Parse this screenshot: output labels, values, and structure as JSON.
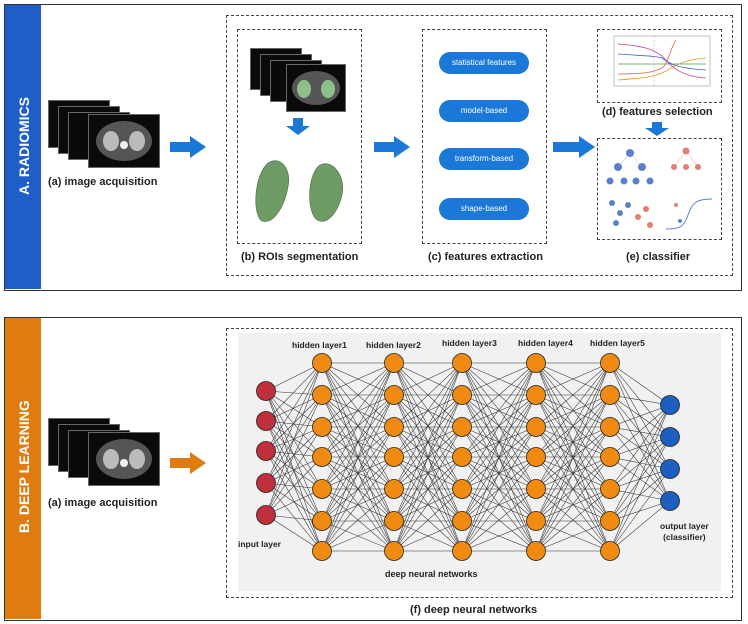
{
  "section_a": {
    "label": "A. RADIOMICS",
    "color": "#1f5ec8",
    "captions": {
      "image_acquisition": "(a) image acquisition",
      "segmentation": "(b) ROIs segmentation",
      "extraction": "(c) features extraction",
      "selection": "(d) features selection",
      "classifier": "(e) classifier"
    },
    "features": [
      "statistical features",
      "model-based",
      "transform-based",
      "shape-based"
    ]
  },
  "section_b": {
    "label": "B. DEEP LEARNING",
    "color": "#e07b10",
    "captions": {
      "image_acquisition": "(a) image acquisition",
      "network_title": "deep neural networks",
      "network_caption": "(f) deep neural networks"
    },
    "layers": {
      "input": "input layer",
      "hidden": [
        "hidden layer1",
        "hidden layer2",
        "hidden layer3",
        "hidden layer4",
        "hidden layer5"
      ],
      "output": "output layer\n(classifier)"
    },
    "node_colors": {
      "input": "#c0303a",
      "hidden": "#f08a10",
      "output": "#1b5fc0"
    }
  }
}
